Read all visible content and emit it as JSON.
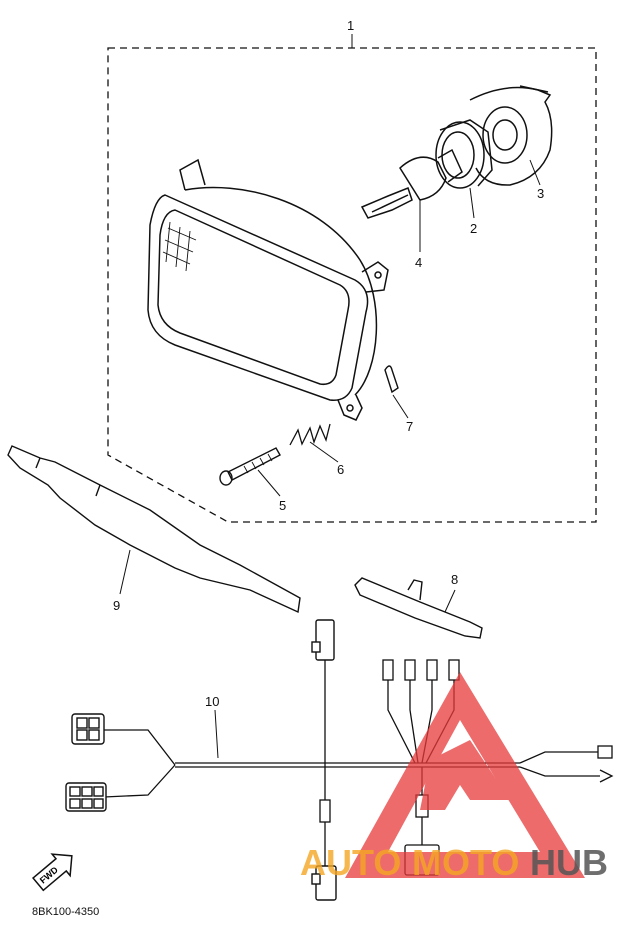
{
  "callouts": {
    "c1": "1",
    "c2": "2",
    "c3": "3",
    "c4": "4",
    "c5": "5",
    "c6": "6",
    "c7": "7",
    "c8": "8",
    "c9": "9",
    "c10": "10"
  },
  "part_code": "8BK100-4350",
  "fwd_label": "FWD",
  "watermark": {
    "word_left": "AUTO",
    "word_mid": "MOTO",
    "word_right": "HUB",
    "color_left": "#f5a623",
    "color_mid": "#f5a623",
    "color_right": "#555555",
    "triangle_color": "#e83a3a"
  }
}
